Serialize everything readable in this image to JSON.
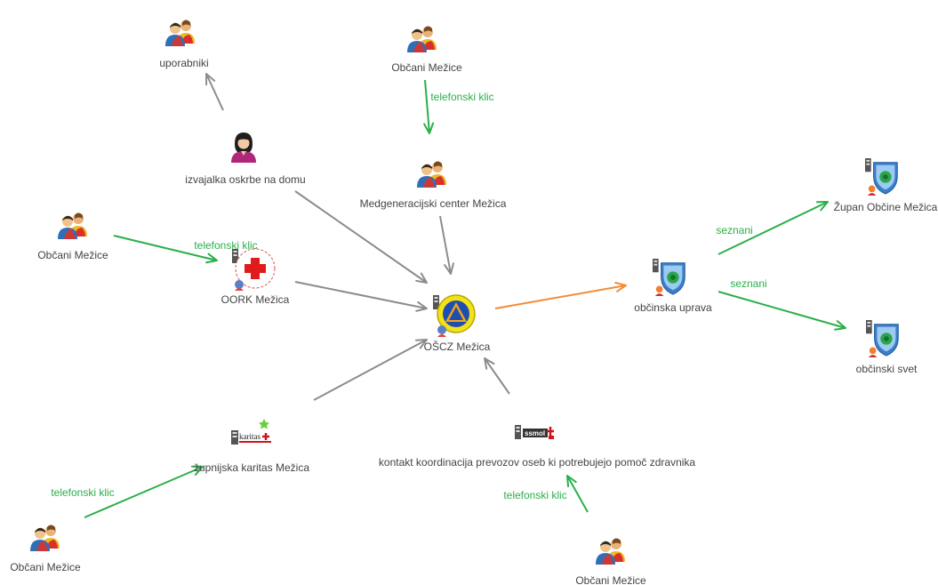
{
  "colors": {
    "gray_arrow": "#8c8c8c",
    "green_arrow": "#2ab04a",
    "orange_arrow": "#f28c38",
    "edge_label_green": "#2ab04a",
    "node_label": "#444444"
  },
  "nodes": {
    "uporabniki": {
      "label": "uporabniki",
      "icon": "people-icon"
    },
    "obcani_top": {
      "label": "Občani Mežice",
      "icon": "people-icon"
    },
    "izvajalka": {
      "label": "izvajalka oskrbe na domu",
      "icon": "woman-icon"
    },
    "medgen": {
      "label": "Medgeneracijski center Mežica",
      "icon": "people-icon"
    },
    "obcani_left": {
      "label": "Občani Mežice",
      "icon": "people-icon"
    },
    "oork": {
      "label": "OORK Mežica",
      "icon": "red-cross-icon"
    },
    "oscz": {
      "label": "OŠCZ Mežica",
      "icon": "civil-protection-icon"
    },
    "obc_uprava": {
      "label": "občinska  uprava",
      "icon": "municipal-shield-icon"
    },
    "zupan": {
      "label": "Župan Občine Mežica",
      "icon": "municipal-shield-icon"
    },
    "obc_svet": {
      "label": "občinski svet",
      "icon": "municipal-shield-icon"
    },
    "karitas": {
      "label": "župnijska karitas Mežica",
      "icon": "karitas-icon"
    },
    "kontakt": {
      "label": "kontakt  koordinacija prevozov oseb ki potrebujejo pomoč zdravnika",
      "icon": "org-logo-icon"
    },
    "obcani_bl": {
      "label": "Občani Mežice",
      "icon": "people-icon"
    },
    "obcani_bottom": {
      "label": "Občani Mežice",
      "icon": "people-icon"
    }
  },
  "edges": [
    {
      "from": "izvajalka",
      "to": "uporabniki",
      "kind": "gray",
      "label": ""
    },
    {
      "from": "obcani_top",
      "to": "medgen",
      "kind": "green",
      "label": "telefonski klic"
    },
    {
      "from": "izvajalka",
      "to": "oscz",
      "kind": "gray",
      "label": ""
    },
    {
      "from": "medgen",
      "to": "oscz",
      "kind": "gray",
      "label": ""
    },
    {
      "from": "obcani_left",
      "to": "oork",
      "kind": "green",
      "label": "telefonski klic"
    },
    {
      "from": "oork",
      "to": "oscz",
      "kind": "gray",
      "label": ""
    },
    {
      "from": "oscz",
      "to": "obc_uprava",
      "kind": "orange",
      "label": ""
    },
    {
      "from": "obc_uprava",
      "to": "zupan",
      "kind": "green",
      "label": "seznani"
    },
    {
      "from": "obc_uprava",
      "to": "obc_svet",
      "kind": "green",
      "label": "seznani"
    },
    {
      "from": "karitas",
      "to": "oscz",
      "kind": "gray",
      "label": ""
    },
    {
      "from": "kontakt",
      "to": "oscz",
      "kind": "gray",
      "label": ""
    },
    {
      "from": "obcani_bl",
      "to": "karitas",
      "kind": "green",
      "label": "telefonski klic"
    },
    {
      "from": "obcani_bottom",
      "to": "kontakt",
      "kind": "green",
      "label": "telefonski klic"
    }
  ]
}
